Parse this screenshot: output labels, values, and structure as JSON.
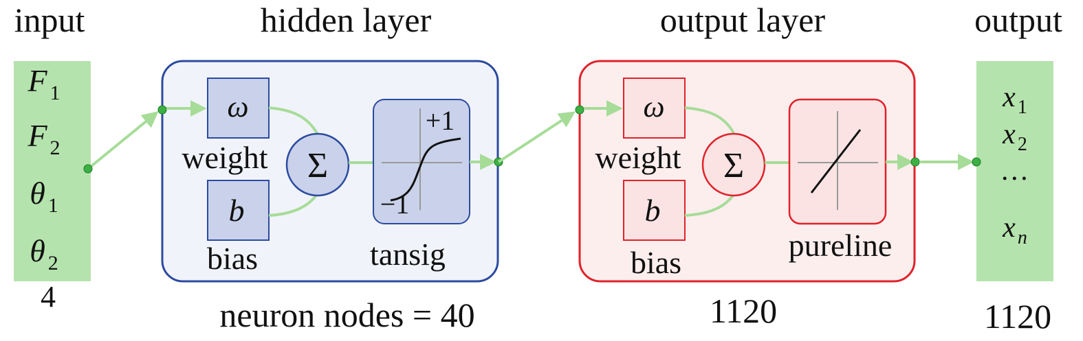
{
  "labels": {
    "input": "input",
    "hidden_layer": "hidden layer",
    "output_layer": "output layer",
    "output": "output"
  },
  "input_block": {
    "vars": [
      {
        "sym": "F",
        "sub": "1"
      },
      {
        "sym": "F",
        "sub": "2"
      },
      {
        "sym": "θ",
        "sub": "1"
      },
      {
        "sym": "θ",
        "sub": "2"
      }
    ],
    "count": "4"
  },
  "hidden": {
    "weight_symbol": "ω",
    "weight_label": "weight",
    "bias_symbol": "b",
    "bias_label": "bias",
    "sum_symbol": "Σ",
    "activation_label": "tansig",
    "plus_one": "+1",
    "minus_one": "−1",
    "nodes_caption": "neuron nodes = 40"
  },
  "output_layer": {
    "weight_symbol": "ω",
    "weight_label": "weight",
    "bias_symbol": "b",
    "bias_label": "bias",
    "sum_symbol": "Σ",
    "activation_label": "pureline",
    "count": "1120"
  },
  "output_block": {
    "vars": [
      {
        "sym": "x",
        "sub": "1"
      },
      {
        "sym": "x",
        "sub": "2"
      },
      {
        "sym": "…",
        "sub": ""
      },
      {
        "sym": "x",
        "sub": "n"
      }
    ],
    "count": "1120"
  },
  "colors": {
    "io_fill": "#b5e3ad",
    "connector": "#a6dc98",
    "node_dot": "#3cb043",
    "hidden_border": "#2b4aa0",
    "hidden_fill": "#f1f3fa",
    "hidden_box": "#c9d2ea",
    "output_border": "#e0222a",
    "output_fill": "#fdeeee",
    "output_box": "#fbe3e3",
    "axis": "#999999"
  }
}
